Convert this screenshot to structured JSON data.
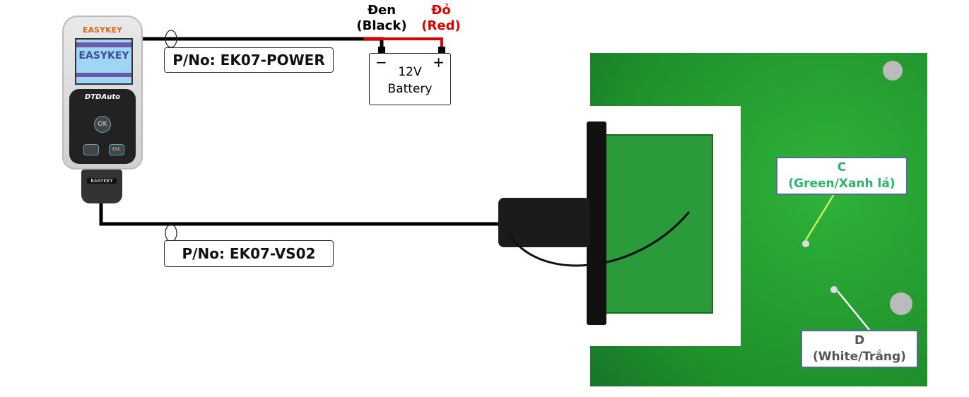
{
  "device": {
    "brand_top": "EASYKEY",
    "screen_title": "EASYKEY",
    "maker": "DTDAuto",
    "ok_button": "OK",
    "esc_button": "ESC",
    "connector_label": "EASYKEY"
  },
  "power_cable": {
    "part_number": "P/No: EK07-POWER",
    "black_wire_vn": "Đen",
    "black_wire_en": "(Black)",
    "red_wire_vn": "Đỏ",
    "red_wire_en": "(Red)"
  },
  "battery": {
    "minus": "−",
    "plus": "+",
    "voltage": "12V",
    "label": "Battery"
  },
  "signal_cable": {
    "part_number": "P/No: EK07-VS02"
  },
  "pcb": {
    "point_c": {
      "letter": "C",
      "desc": "(Green/Xanh lá)"
    },
    "point_d": {
      "letter": "D",
      "desc": "(White/Trắng)"
    }
  },
  "colors": {
    "red_wire": "#e00000",
    "black_wire": "#000000",
    "pcb_green": "#1f8f2b",
    "label_text_green": "#2db36a",
    "arrow_c": "#c8f060",
    "label_border": "#556a9a"
  }
}
